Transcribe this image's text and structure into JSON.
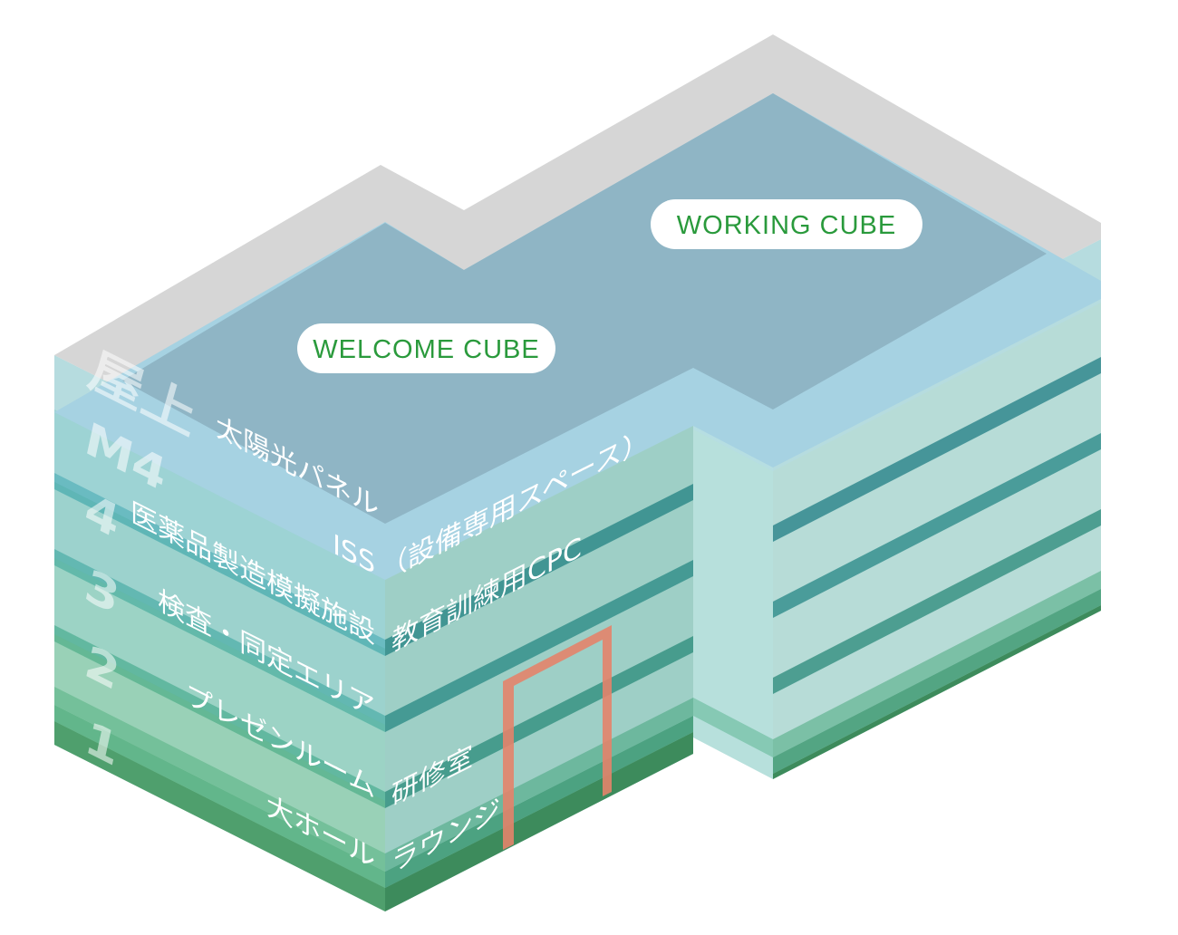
{
  "cubes": {
    "welcome": "WELCOME CUBE",
    "working": "WORKING CUBE"
  },
  "floors": {
    "roof": "屋上",
    "m4": "M4",
    "f4": "4",
    "f3": "3",
    "f2": "2",
    "f1": "1"
  },
  "left_labels": {
    "solar": "太陽光パネル",
    "iss": "ISS",
    "pharma": "医薬品製造模擬施設",
    "inspection": "検査・同定エリア",
    "presentation": "プレゼンルーム",
    "hall": "大ホール"
  },
  "right_labels": {
    "equipment": "（設備専用スペース）",
    "cpc": "教育訓練用CPC",
    "training": "研修室",
    "lounge": "ラウンジ"
  },
  "colors": {
    "roof": "#d6d6d6",
    "m4": "#a3cfdf",
    "floor4": "#5fb6bf",
    "floor3": "#6bbcbc",
    "floor2": "#6fbfa5",
    "floor1": "#6fbf8d",
    "top": "#8fb5c5",
    "frame": "#e3836a",
    "pill_text": "#2a9a3c"
  }
}
